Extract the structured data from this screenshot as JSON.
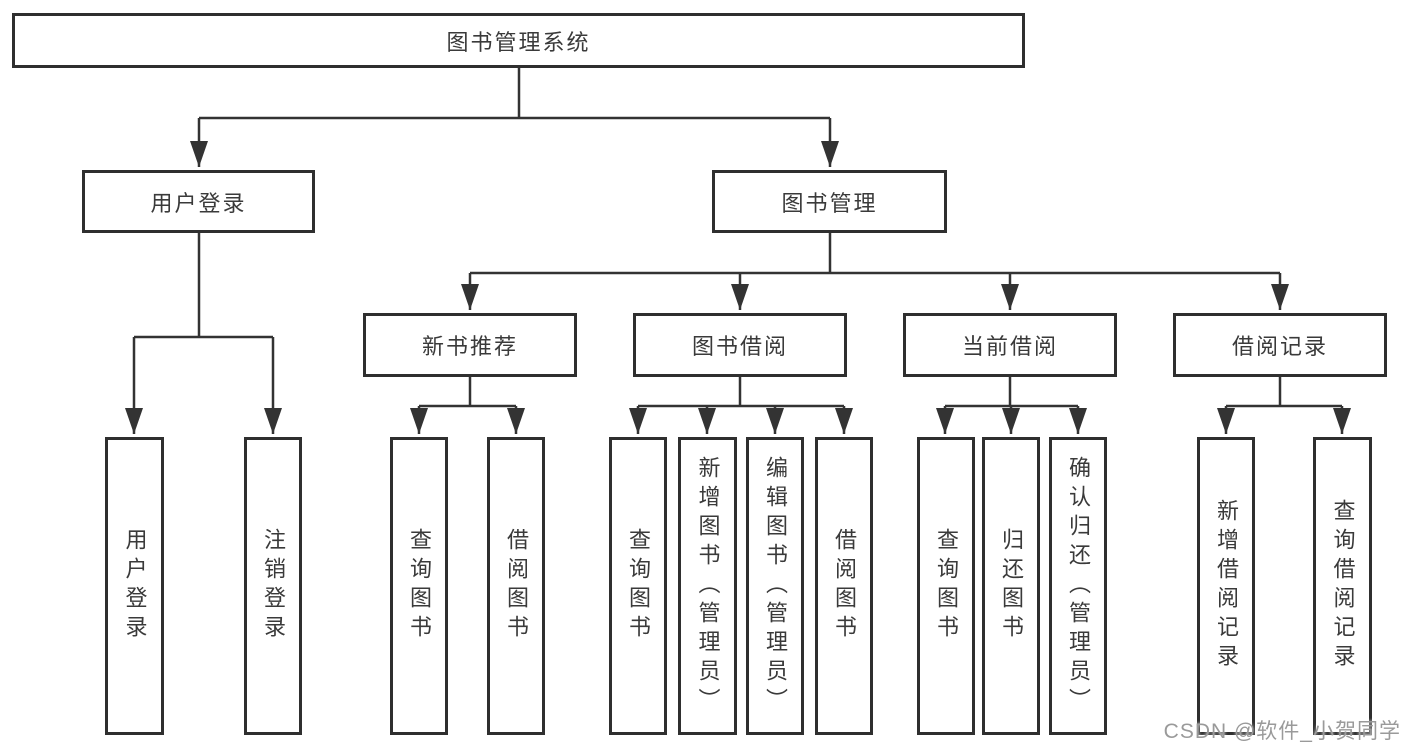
{
  "diagram": {
    "root": {
      "label": "图书管理系统"
    },
    "branches": {
      "user_login": {
        "label": "用户登录",
        "leaves": [
          {
            "label": "用户登录"
          },
          {
            "label": "注销登录"
          }
        ]
      },
      "book_management": {
        "label": "图书管理",
        "sections": [
          {
            "label": "新书推荐",
            "leaves": [
              {
                "label": "查询图书"
              },
              {
                "label": "借阅图书"
              }
            ]
          },
          {
            "label": "图书借阅",
            "leaves": [
              {
                "label": "查询图书"
              },
              {
                "label": "新增图书（管理员）"
              },
              {
                "label": "编辑图书（管理员）"
              },
              {
                "label": "借阅图书"
              }
            ]
          },
          {
            "label": "当前借阅",
            "leaves": [
              {
                "label": "查询图书"
              },
              {
                "label": "归还图书"
              },
              {
                "label": "确认归还（管理员）"
              }
            ]
          },
          {
            "label": "借阅记录",
            "leaves": [
              {
                "label": "新增借阅记录"
              },
              {
                "label": "查询借阅记录"
              }
            ]
          }
        ]
      }
    }
  },
  "watermark": {
    "text": "CSDN @软件_小贺同学"
  },
  "colors": {
    "line": "#333333",
    "text": "#3a3a3a",
    "node_fill": "#ffffff",
    "background": "#ffffff",
    "watermark": "#9a9a9a"
  }
}
